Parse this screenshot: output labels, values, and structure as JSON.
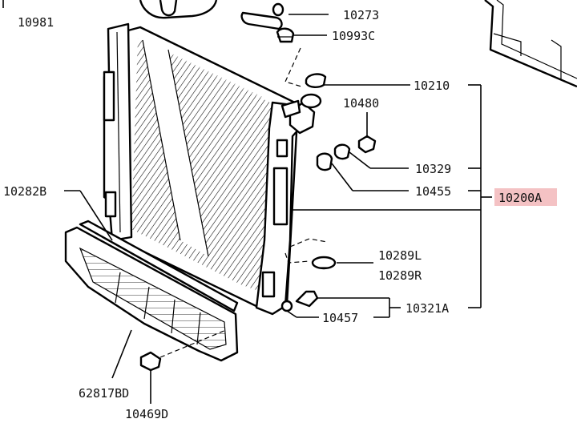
{
  "callouts": {
    "p10981": "10981",
    "p10273": "10273",
    "p10993C": "10993C",
    "p10210": "10210",
    "p10480": "10480",
    "p10329": "10329",
    "p10455": "10455",
    "p10200A": "10200A",
    "p10282B": "10282B",
    "p10289L": "10289L",
    "p10289R": "10289R",
    "p10321A": "10321A",
    "p10457": "10457",
    "p62817BD": "62817BD",
    "p10469D": "10469D"
  },
  "colors": {
    "highlight": "#f4c2c4",
    "line": "#000000",
    "text": "#111111"
  }
}
